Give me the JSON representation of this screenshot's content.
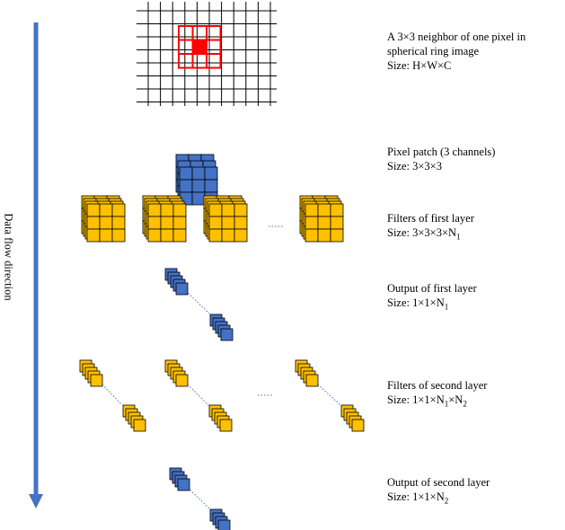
{
  "flow_label": "Data flow direction",
  "colors": {
    "arrow": "#4472C4",
    "blue_cube": "#4472C4",
    "yellow_cube": "#FFC000",
    "grid_line": "#000000",
    "highlight": "#FF0000",
    "dotted": "#4472C4"
  },
  "stages": [
    {
      "title": "A 3×3 neighbor of one pixel in",
      "title2": "spherical ring image",
      "size": "Size: H×W×C"
    },
    {
      "title": "Pixel patch (3 channels)",
      "size": "Size: 3×3×3"
    },
    {
      "title": "Filters of first layer",
      "size_prefix": "Size: 3×3×3×N",
      "size_sub": "1"
    },
    {
      "title": "Output of first layer",
      "size_prefix": "Size: 1×1×N",
      "size_sub": "1"
    },
    {
      "title": "Filters of second layer",
      "size_prefix": "Size: 1×1×N",
      "size_sub": "1",
      "size_mid": "×N",
      "size_sub2": "2"
    },
    {
      "title": "Output of second layer",
      "size_prefix": "Size: 1×1×N",
      "size_sub": "2"
    }
  ]
}
